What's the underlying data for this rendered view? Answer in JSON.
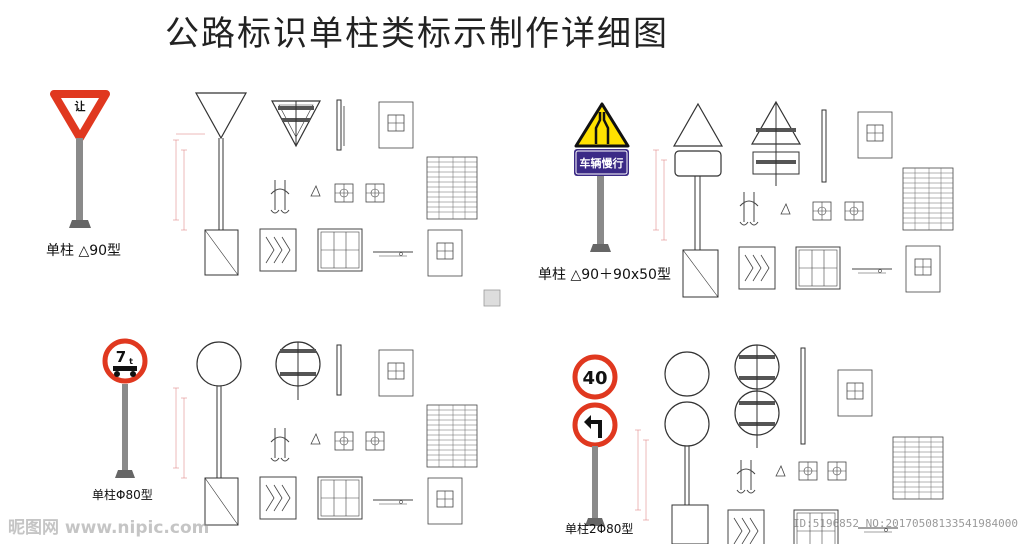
{
  "title": "公路标识单柱类标示制作详细图",
  "sections": [
    {
      "caption": "单柱 △90型"
    },
    {
      "caption": "单柱 △90＋90x50型"
    },
    {
      "caption": "单柱Φ80型"
    },
    {
      "caption": "单柱2Φ80型"
    }
  ],
  "signs": {
    "yield_text": "让",
    "warning_sign_text": "车辆慢行",
    "weight_limit_text": "7",
    "weight_limit_unit": "t",
    "speed_limit_text": "40"
  },
  "watermark": "昵图网 www.nipic.com",
  "image_id": "ID:5196852 NO:20170508133541984000",
  "colors": {
    "red": "#e0381f",
    "yellow": "#ffe100",
    "purple": "#3b2a86",
    "pole": "#8a8a8a",
    "line": "#333333"
  }
}
